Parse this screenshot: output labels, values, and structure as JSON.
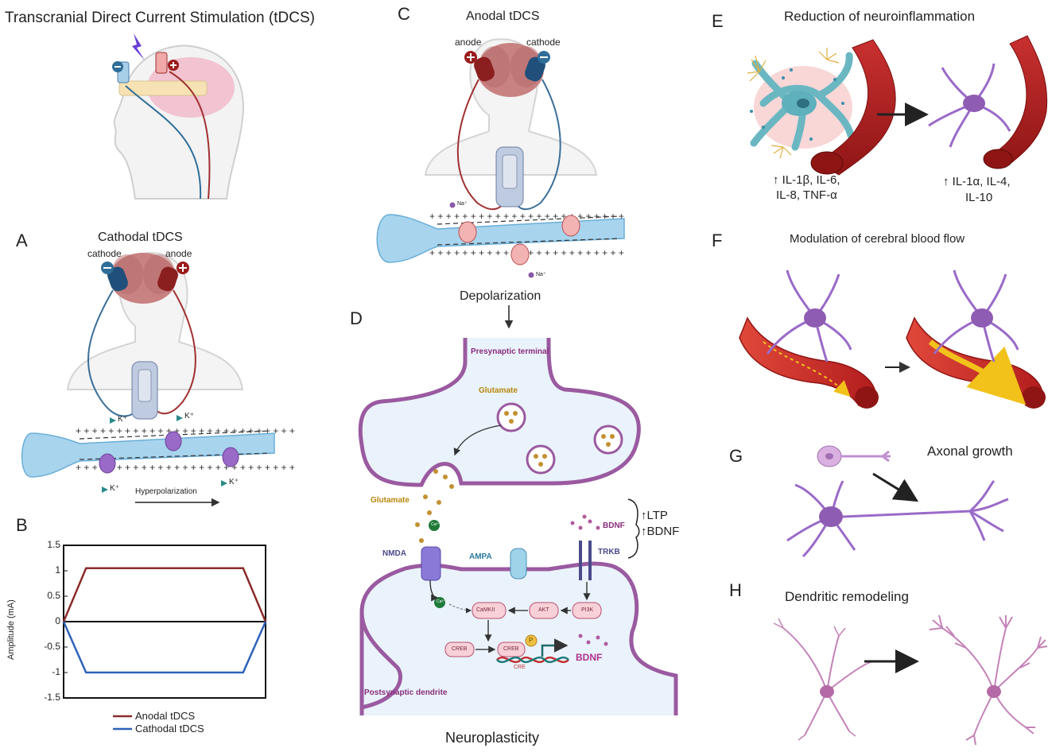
{
  "top_title": "Transcranial Direct Current Stimulation (tDCS)",
  "panels": {
    "A": {
      "letter": "A",
      "title": "Cathodal tDCS",
      "cathode": "cathode",
      "anode": "anode",
      "ion1": "K⁺",
      "ion2": "K⁺",
      "ion3": "K⁺",
      "ion4": "K⁺",
      "process": "Hyperpolarization"
    },
    "B": {
      "letter": "B"
    },
    "C": {
      "letter": "C",
      "title": "Anodal tDCS",
      "anode": "anode",
      "cathode": "cathode",
      "ion1": "Na⁺",
      "ion2": "Na⁺",
      "process": "Depolarization"
    },
    "D": {
      "letter": "D",
      "presynaptic": "Presynaptic terminal",
      "glutamate_top": "Glutamate",
      "glutamate_left": "Glutamate",
      "nmda": "NMDA",
      "ampa": "AMPA",
      "trkb": "TRKB",
      "bdnf_ligand": "BDNF",
      "ca1": "Ca²⁺",
      "ca2": "Ca²⁺",
      "camkii": "CaMKII",
      "akt": "AKT",
      "pi3k": "PI3K",
      "creb": "CREB",
      "creb2": "CREB",
      "p": "P",
      "crl": "CRE",
      "bdnf_out": "BDNF",
      "postsynaptic": "Postsynaptic dendrite",
      "ltp": "↑LTP",
      "bdnf_up": "↑BDNF",
      "footer": "Neuroplasticity"
    },
    "E": {
      "letter": "E",
      "title": "Reduction of neuroinflammation",
      "left_line1": "↑ IL-1β, IL-6,",
      "left_line2": "IL-8, TNF-α",
      "right_line1": "↑ IL-1α, IL-4,",
      "right_line2": "IL-10"
    },
    "F": {
      "letter": "F",
      "title": "Modulation of cerebral blood flow"
    },
    "G": {
      "letter": "G",
      "title": "Axonal growth"
    },
    "H": {
      "letter": "H",
      "title": "Dendritic remodeling"
    }
  },
  "colors": {
    "anode": "#8b1e1e",
    "cathode": "#1f4f7a",
    "neuron": "#8e5cb3",
    "vessel": "#b52222",
    "synapse_fill": "#eaf3fb",
    "synapse_stroke": "#9a5aa0",
    "axon": "#a8d4ee"
  },
  "chart_data": {
    "type": "line",
    "ylabel": "Amplitude (mA)",
    "yticks": [
      "1.5",
      "1",
      "0.5",
      "0",
      "-0.5",
      "-1",
      "-1.5"
    ],
    "ylim": [
      -1.5,
      1.5
    ],
    "x": [
      0,
      1,
      8,
      9
    ],
    "series": [
      {
        "name": "Anodal tDCS",
        "values": [
          0,
          1.05,
          1.05,
          0
        ],
        "color": "#8b2b2b"
      },
      {
        "name": "Cathodal tDCS",
        "values": [
          0,
          -1,
          -1,
          0
        ],
        "color": "#2e62b8"
      }
    ],
    "zero_line": true,
    "legend": "bottom"
  }
}
